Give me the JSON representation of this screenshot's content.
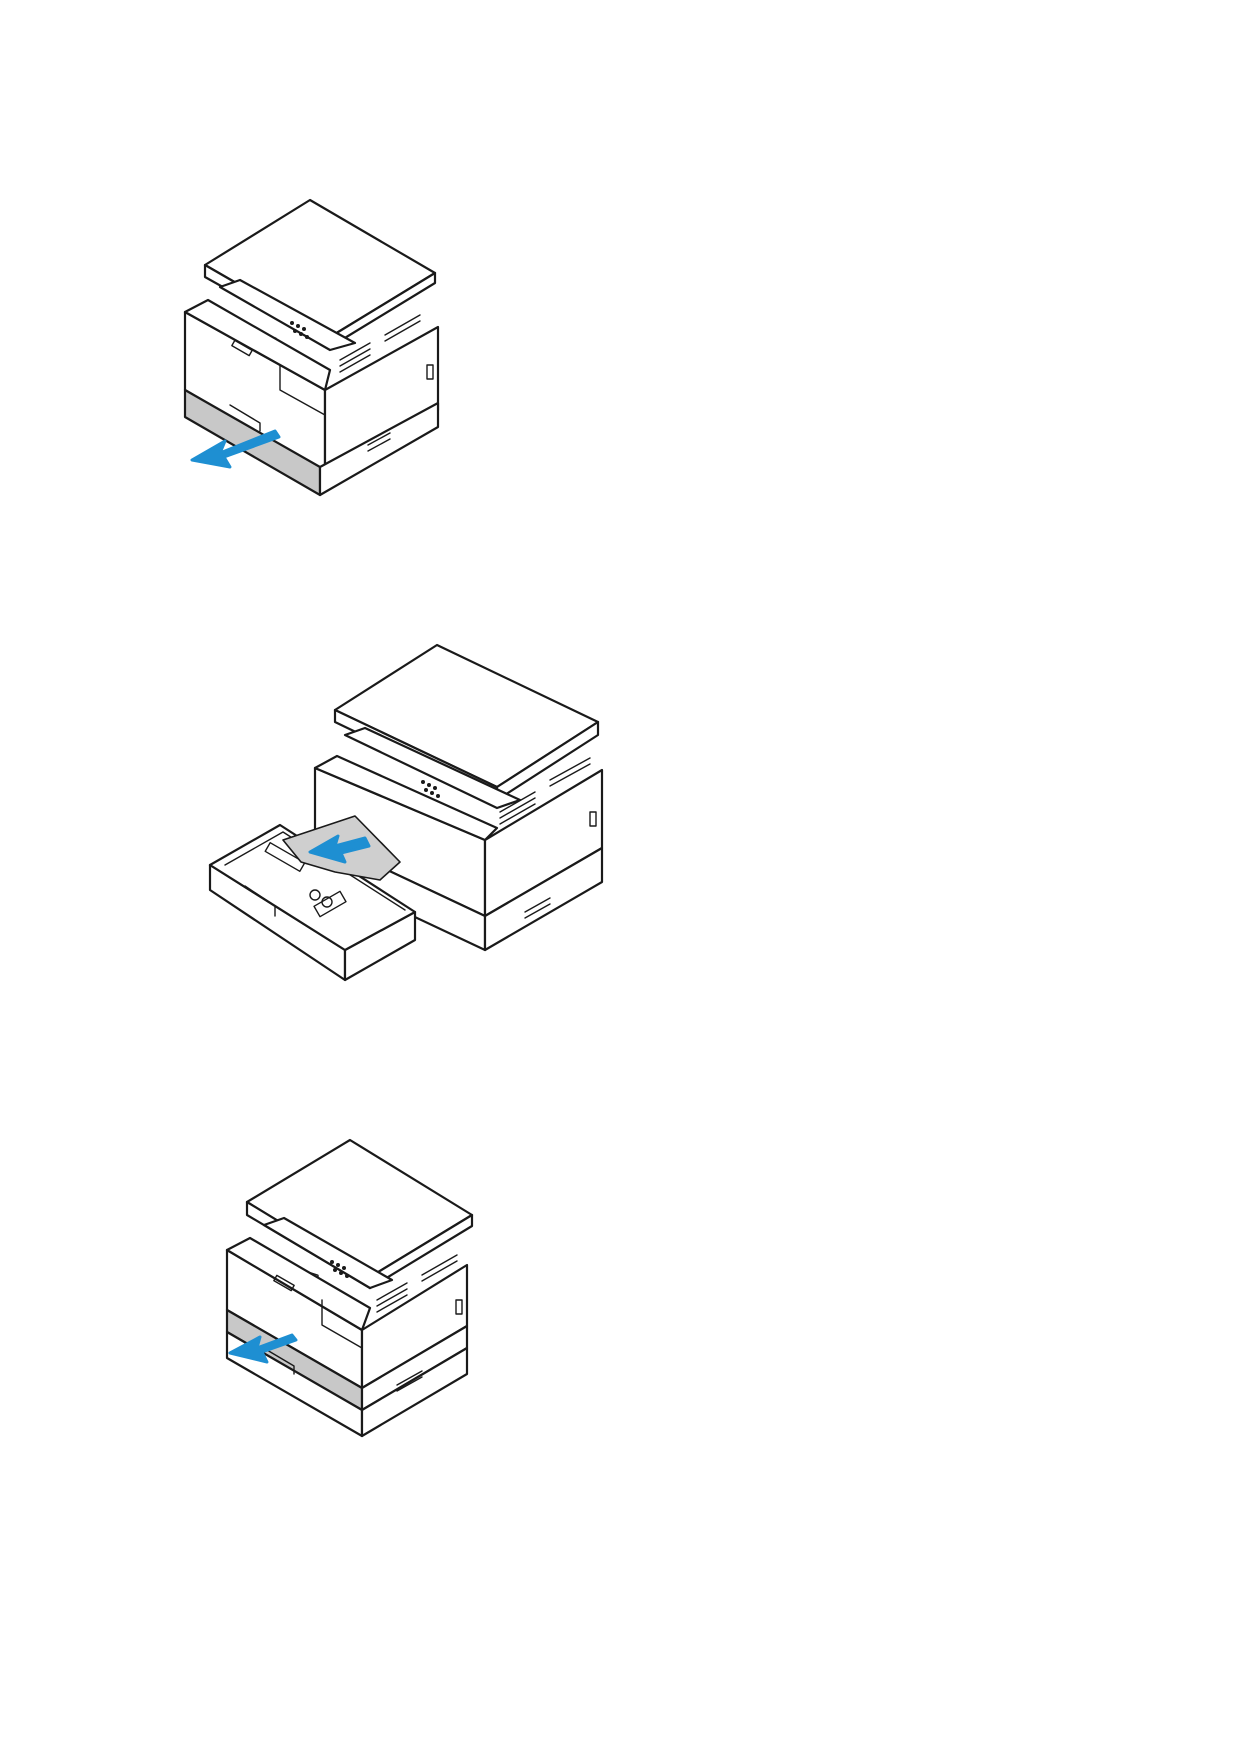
{
  "colors": {
    "arrow": "#1e8fd2",
    "line": "#1a1a1a",
    "tray_highlight": "#c8c8c8",
    "paper": "#cfcfcf",
    "background": "#ffffff"
  },
  "steps": [
    {
      "id": "step-1",
      "description_icon": "printer-tray-pull-out-icon",
      "arrow_direction": "left-down"
    },
    {
      "id": "step-2",
      "description_icon": "printer-remove-jammed-paper-icon",
      "arrow_direction": "left-down"
    },
    {
      "id": "step-3",
      "description_icon": "printer-tray-pull-out-icon",
      "arrow_direction": "left-down"
    }
  ]
}
